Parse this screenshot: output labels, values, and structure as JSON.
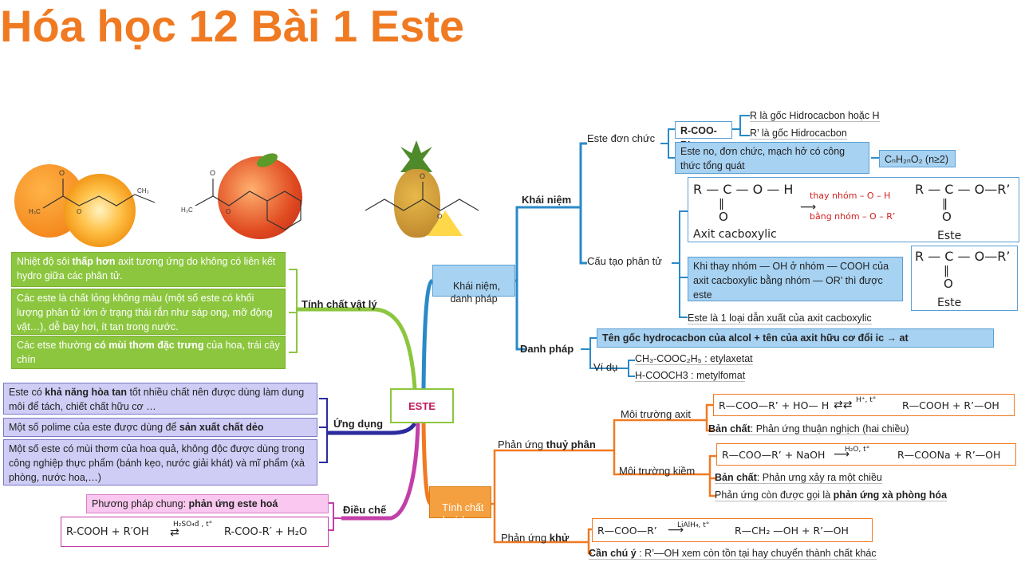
{
  "title": "Hóa học 12 Bài 1 Este",
  "center": "ESTE",
  "images": {
    "orange": {
      "formula_label": "C₃H₇ / CH₃ ester (orange)"
    },
    "peach": {
      "formula_label": "benzyl acetate (peach)"
    },
    "pineapple": {
      "formula_label": "ethyl butyrate (pineapple)"
    }
  },
  "left": {
    "physical": {
      "label": "Tính chất vật lý",
      "items": [
        {
          "pre": "Nhiệt độ sôi ",
          "bold": "thấp hơn",
          "post": " axit tương ứng do không có liên kết hydro giữa các phân tử."
        },
        {
          "pre": "Các este là chất lỏng không màu (một số este có khối lượng phân tử lớn ở trạng thái rắn như sáp ong, mỡ động vật…), dễ bay hơi, ít tan trong nước.",
          "bold": "",
          "post": ""
        },
        {
          "pre": "Các etse thường ",
          "bold": "có mùi thơm đặc trưng",
          "post": " của hoa, trái cây chín"
        }
      ]
    },
    "application": {
      "label": "Ứng dụng",
      "items": [
        {
          "pre": "Este có ",
          "bold": "khả năng hòa tan",
          "post": " tốt nhiều chất nên được dùng làm dung môi để tách, chiết chất hữu cơ …"
        },
        {
          "pre": "Một số polime của este được dùng để ",
          "bold": "sản xuất chất dẻo",
          "post": ""
        },
        {
          "pre": "Một số este có mùi thơm của hoa quả, không độc được dùng trong công nghiệp thực phẩm (bánh kẹo, nước giải khát) và mĩ phẩm (xà phòng, nước hoa,…)",
          "bold": "",
          "post": ""
        }
      ]
    },
    "preparation": {
      "label": "Điều chế",
      "method_pre": "Phương pháp chung: ",
      "method_bold": "phản ứng este hoá",
      "eq_left": "R-COOH  +  R′OH",
      "eq_cond": "H₂SO₄đ , t°",
      "eq_right": "R-COO-R′  +  H₂O"
    }
  },
  "right": {
    "concept_node": "Khái niệm,\ndanh pháp",
    "concept": {
      "label": "Khái niệm",
      "simple": {
        "label": "Este đơn chức",
        "formula": "R-COO-R’",
        "r_note": "R là gốc Hidrocacbon hoặc H",
        "r2_note": "R’ là gốc Hidrocacbon",
        "general": "Este no, đơn chức, mạch hở có công thức tổng quát",
        "general_formula": "CₙH₂ₙO₂ (n≥2)"
      },
      "structure": {
        "label": "Cấu tạo phân tử",
        "acid_name": "Axit cacboxylic",
        "ester_name": "Este",
        "replace1": "thay nhóm  – O – H",
        "replace2": "bằng nhóm – O – R’",
        "desc": "Khi thay nhóm — OH ở nhóm — COOH của axit cacboxylic bằng nhóm — OR’ thì được este",
        "ester_name2": "Este",
        "derivative": "Este là 1 loại dẫn xuất của axit cacboxylic"
      }
    },
    "naming": {
      "label": "Danh pháp",
      "rule": "Tên gốc hydrocacbon của alcol + tên của axit hữu cơ đổi ic → at",
      "example_label": "Ví dụ",
      "ex1": "CH₃-COOC₂H₅ : etylaxetat",
      "ex2": "H-COOCH3 : metylfomat"
    },
    "chem_node": "Tính chất\nhoá học",
    "hydrolysis": {
      "label_pre": "Phản ứng ",
      "label_bold": "thuỷ phân",
      "acid_env": "Môi trường axit",
      "acid_eq_left": "R—COO—R’ + HO— H",
      "acid_cond": "H⁺, t°",
      "acid_eq_right": "R—COOH    + R’—OH",
      "acid_nature_bold": "Bản chất",
      "acid_nature": ": Phản ứng thuận nghịch (hai chiều)",
      "base_env": "Môi trường kiềm",
      "base_eq_left": "R—COO—R’ + NaOH",
      "base_cond": "H₂O, t°",
      "base_eq_right": "R—COONa + R’—OH",
      "base_nature_bold": "Bản chất",
      "base_nature": ": Phản ưng xảy ra một chiều",
      "saponify_pre": "Phản ứng còn được gọi là ",
      "saponify_bold": "phản ứng xà phòng hóa"
    },
    "reduction": {
      "label_pre": "Phản ứng ",
      "label_bold": "khử",
      "eq_left": "R—COO—R’",
      "cond": "LiAlH₄, t°",
      "eq_right": "R—CH₂ —OH   +  R’—OH",
      "note_bold": "Cần chú ý",
      "note": " : R’—OH xem còn tồn tại hay chuyển thành chất khác"
    }
  },
  "colors": {
    "title": "#f07a22",
    "green": "#8cc63f",
    "purple": "#2b2b9e",
    "pink": "#c23fa8",
    "blue": "#2a8ac8",
    "orange": "#f07a22"
  }
}
